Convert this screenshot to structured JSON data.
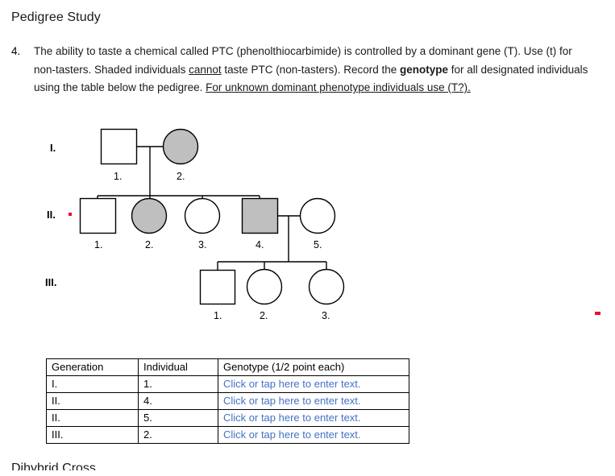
{
  "document": {
    "title": "Pedigree Study",
    "footer_partial": "Dihybrid Cross"
  },
  "question": {
    "number": "4.",
    "text_parts": {
      "p1": "The ability to taste a chemical called PTC (phenolthiocarbimide) is controlled by a dominant gene (T). Use (t) for non-tasters. Shaded individuals ",
      "underline1": "cannot",
      "p2": " taste PTC (non-tasters). Record the ",
      "bold1": "genotype",
      "p3": " for all designated individuals using the table below the pedigree. ",
      "underline2": "For unknown dominant phenotype individuals use (T?)."
    }
  },
  "pedigree": {
    "generations": [
      {
        "label": "I."
      },
      {
        "label": "II."
      },
      {
        "label": "III."
      }
    ],
    "individuals": [
      {
        "generation": "I",
        "number": "1.",
        "sex": "male",
        "shape": "square",
        "shaded": false
      },
      {
        "generation": "I",
        "number": "2.",
        "sex": "female",
        "shape": "circle",
        "shaded": true
      },
      {
        "generation": "II",
        "number": "1.",
        "sex": "male",
        "shape": "square",
        "shaded": false
      },
      {
        "generation": "II",
        "number": "2.",
        "sex": "female",
        "shape": "circle",
        "shaded": true
      },
      {
        "generation": "II",
        "number": "3.",
        "sex": "female",
        "shape": "circle",
        "shaded": false
      },
      {
        "generation": "II",
        "number": "4.",
        "sex": "male",
        "shape": "square",
        "shaded": true
      },
      {
        "generation": "II",
        "number": "5.",
        "sex": "female",
        "shape": "circle",
        "shaded": false
      },
      {
        "generation": "III",
        "number": "1.",
        "sex": "male",
        "shape": "square",
        "shaded": false
      },
      {
        "generation": "III",
        "number": "2.",
        "sex": "female",
        "shape": "circle",
        "shaded": false
      },
      {
        "generation": "III",
        "number": "3.",
        "sex": "female",
        "shape": "circle",
        "shaded": false
      }
    ],
    "shaded_fill": "#bfbfbf",
    "line_color": "#000000",
    "annotation_color": "#e8112d"
  },
  "table": {
    "headers": [
      "Generation",
      "Individual",
      "Genotype (1/2 point each)"
    ],
    "rows": [
      {
        "generation": "I.",
        "individual": "1.",
        "genotype": "Click or tap here to enter text."
      },
      {
        "generation": "II.",
        "individual": "4.",
        "genotype": "Click or tap here to enter text."
      },
      {
        "generation": "II.",
        "individual": "5.",
        "genotype": "Click or tap here to enter text."
      },
      {
        "generation": "III.",
        "individual": "2.",
        "genotype": "Click or tap here to enter text."
      }
    ],
    "placeholder_color": "#4472c4"
  }
}
